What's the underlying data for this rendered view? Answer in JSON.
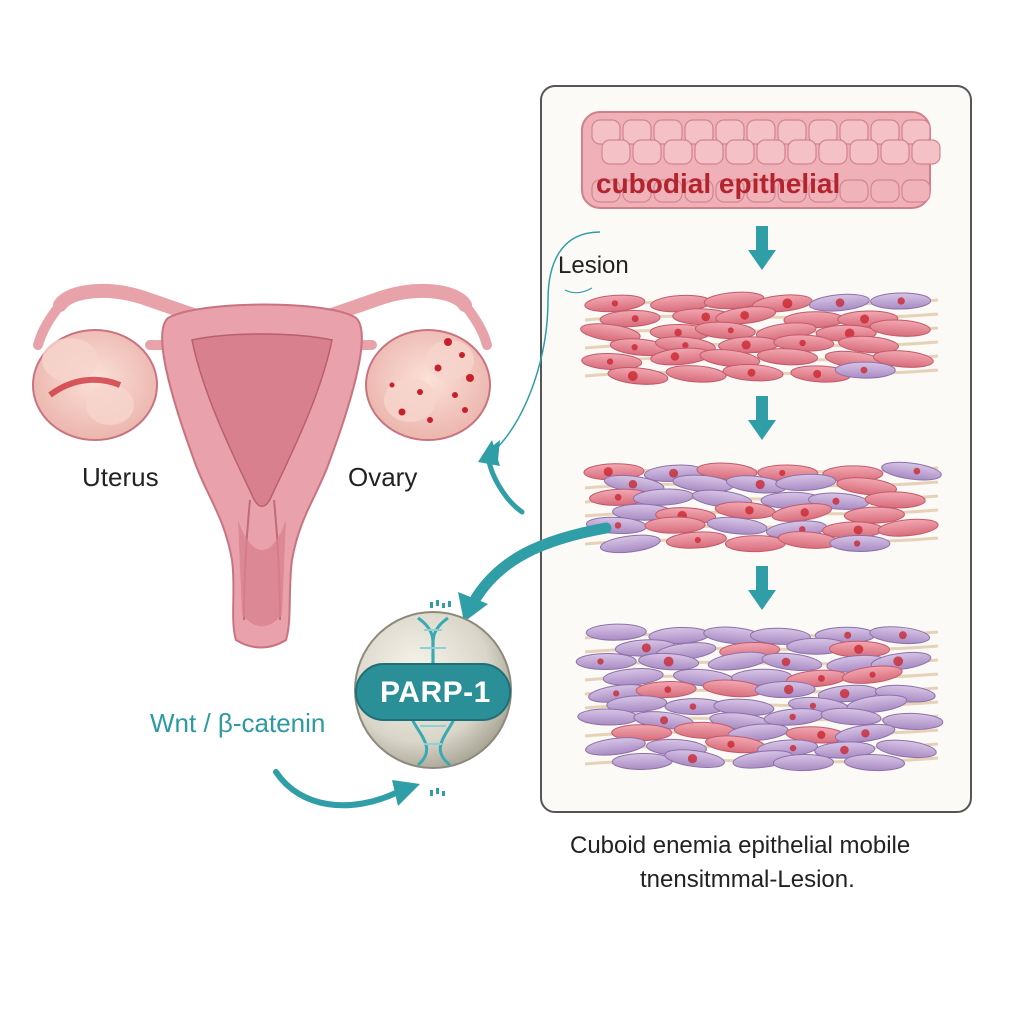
{
  "labels": {
    "uterus": "Uterus",
    "ovary": "Ovary",
    "lesion": "Lesion",
    "wnt": "Wnt / β-catenin",
    "parp": "PARP-1",
    "epithelial_layer": "cubodial epithelial"
  },
  "caption": {
    "line1": "Cuboid enemia epithelial mobile",
    "line2": "tnensitmmal-Lesion."
  },
  "colors": {
    "tissue_pink": "#e8a2aa",
    "tissue_dark": "#cf7380",
    "lesion_red": "#c8202a",
    "teal_arrow": "#2f9ea6",
    "panel_border": "#555555",
    "cell_lavender": "#b9a3cf"
  },
  "icons": [
    "down-arrow-icon",
    "curved-arrow-icon",
    "dna-helix-icon"
  ]
}
